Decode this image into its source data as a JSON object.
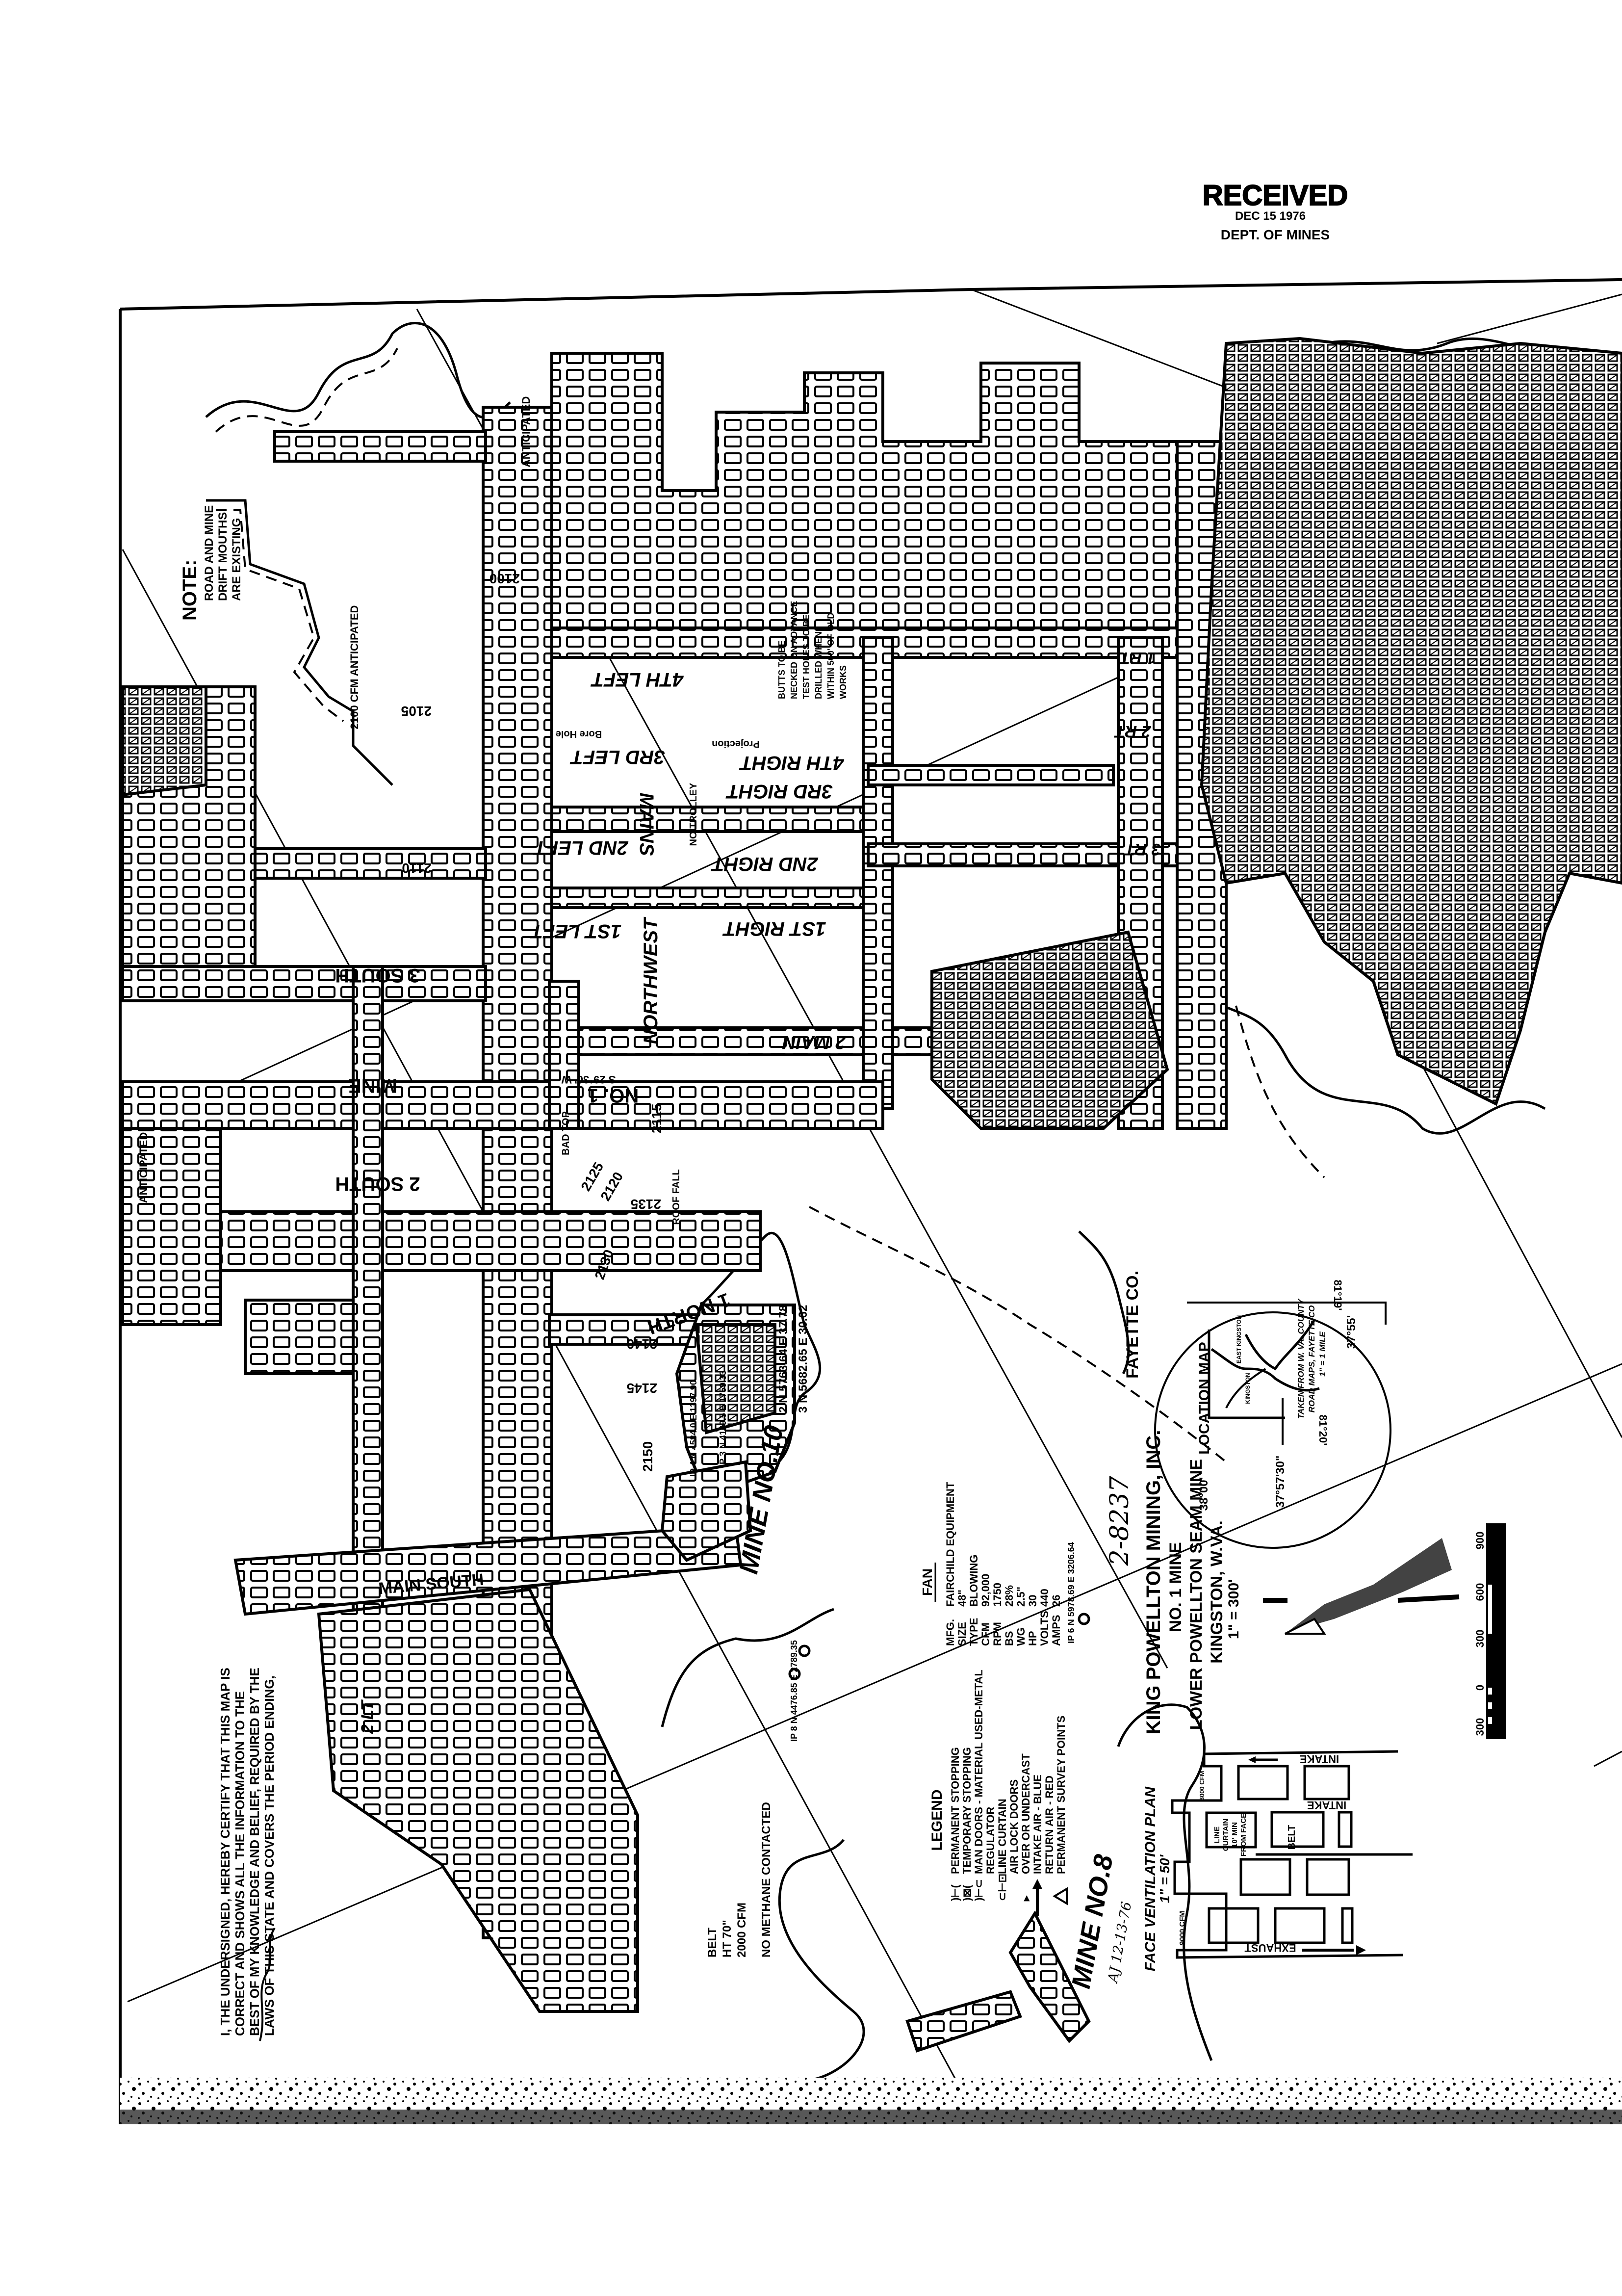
{
  "stamp": {
    "received": "RECEIVED",
    "date": "DEC 15 1976",
    "dept": "DEPT. OF MINES"
  },
  "title_block": {
    "company": "KING POWELLTON MINING, INC.",
    "mine": "NO. 1 MINE",
    "seam": "LOWER POWELLTON SEAM MINE",
    "location": "KINGSTON, W.VA.",
    "scale": "1\" = 300'"
  },
  "handwritten_number": "2-8237",
  "initials": "AJ 12-13-76",
  "legend": {
    "title": "LEGEND",
    "items": [
      "PERMANENT STOPPING",
      "TEMPORARY STOPPING",
      "MAN DOORS - MATERIAL USED-METAL",
      "REGULATOR",
      "LINE CURTAIN",
      "AIR LOCK DOORS",
      "OVER OR UNDERCAST",
      "INTAKE AIR - BLUE",
      "RETURN AIR - RED",
      "PERMANENT SURVEY POINTS"
    ]
  },
  "fan": {
    "title": "FAN",
    "rows": [
      {
        "label": "MFG.",
        "value": "FAIRCHILD EQUIPMENT"
      },
      {
        "label": "SIZE",
        "value": "48\""
      },
      {
        "label": "TYPE",
        "value": "BLOWING"
      },
      {
        "label": "CFM",
        "value": "92,000"
      },
      {
        "label": "RPM",
        "value": "1750"
      },
      {
        "label": "BS",
        "value": "28%"
      },
      {
        "label": "WG",
        "value": "2.5\""
      },
      {
        "label": "HP",
        "value": "30"
      },
      {
        "label": "VOLTS",
        "value": "440"
      },
      {
        "label": "AMPS",
        "value": "26"
      }
    ]
  },
  "belt_note": {
    "belt": "BELT",
    "height": "HT 70\"",
    "airflow": "2000 CFM",
    "methane": "NO METHANE CONTACTED"
  },
  "certification": [
    "I, THE UNDERSIGNED, HEREBY CERTIFY THAT THIS MAP IS",
    "CORRECT AND SHOWS ALL THE INFORMATION TO THE",
    "BEST OF MY KNOWLEDGE AND BELIEF, REQUIRED BY THE",
    "LAWS OF THIS STATE AND COVERS THE PERIOD ENDING,"
  ],
  "note": {
    "title": "NOTE:",
    "lines": [
      "ROAD AND MINE",
      "DRIFT MOUTHS",
      "ARE EXISTING"
    ]
  },
  "advance_note": [
    "BUTTS TO BE",
    "NECKED ON ADVANCE",
    "TEST HOLES TO BE",
    "DRILLED WHEN",
    "WITHIN 500' OF OLD",
    "WORKS"
  ],
  "location_map": {
    "title": "LOCATION MAP",
    "lat_top": "38°00'",
    "lat_bottom": "37°57'30\"",
    "lat_right": "37°55'",
    "lon_left": "81°20'",
    "lon_right": "81°19'",
    "source_lines": [
      "TAKEN FROM W. VA. COUNTY",
      "ROAD MAPS, FAYETTE CO",
      "1\" = 1 MILE"
    ],
    "places": [
      "EAST KINGSTON",
      "KINGSTON"
    ]
  },
  "face_plan": {
    "title": "FACE VENTILATION PLAN",
    "scale": "1\" = 50'",
    "intake_top": "INTAKE",
    "intake_mid": "INTAKE",
    "exhaust": "EXHAUST",
    "belt": "BELT",
    "curtain": [
      "LINE",
      "CURTAIN",
      "10' MIN",
      "FROM FACE"
    ],
    "cfm_left": "9000 CFM",
    "cfm_top": "3000 CFM"
  },
  "scale_bar": {
    "labels": [
      "300",
      "0",
      "300",
      "600",
      "900"
    ]
  },
  "map_labels": {
    "county": "FAYETTE CO.",
    "mine10": "MINE NO.10",
    "mine8": "MINE NO.8",
    "fourth_left": "4TH LEFT",
    "third_left": "3RD LEFT",
    "second_left": "2ND LEFT",
    "first_left": "1ST LEFT",
    "mains": "MAINS",
    "northwest": "NORTHWEST",
    "fourth_right": "4TH RIGHT",
    "third_right": "3RD RIGHT",
    "second_right": "2ND RIGHT",
    "first_right": "1ST RIGHT",
    "two_main": "2 MAIN",
    "three_south": "3 SOUTH",
    "two_south": "2 SOUTH",
    "mine": "MINE",
    "no1": "NO. 1",
    "one_north": "1 NORTH",
    "main_south": "MAIN SOUTH",
    "one_rt": "1 RT",
    "two_rt": "2 RT",
    "three_rt": "3 RT",
    "two_lt": "2 LT",
    "anticipated": "ANTICIPATED",
    "bore_hole": "Bore Hole",
    "projection": "Projection",
    "no_trolley": "NO TROLLEY",
    "bad_top": "BAD TOP",
    "roof_fall": "ROOF FALL",
    "bearing": "S 29°30' W",
    "cfm_anticipated": "2100 CFM ANTICIPATED"
  },
  "survey_points": [
    "2 N 5763.64 E 37.78",
    "3 N 5682.65 E 30.62",
    "IP 6 N 5978.69 E 3206.64",
    "IP 4 N 4584.0 E 1397.90",
    "IP 3 N 4109.5 E 1759.33",
    "IP 8 N 4476.85 E 2789.35"
  ],
  "elevations": [
    "2100",
    "2105",
    "2110",
    "2115",
    "2120",
    "2125",
    "2130",
    "2135",
    "2140",
    "2145",
    "2150"
  ]
}
